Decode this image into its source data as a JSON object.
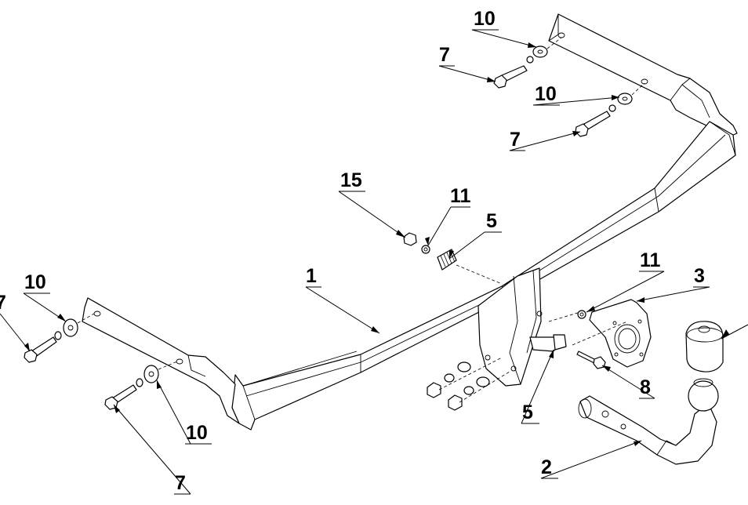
{
  "callouts": {
    "top_washer_10": "10",
    "top_bolt_7": "7",
    "mid_washer_10": "10",
    "mid_bolt_7": "7",
    "nut_15": "15",
    "washer_11_top": "11",
    "spring_washer_5_top": "5",
    "main_beam_1": "1",
    "washer_11_right": "11",
    "socket_plate_3": "3",
    "left_washer_10": "10",
    "left_bolt_7": "7",
    "bracket_bolt_5": "5",
    "screw_8": "8",
    "low_washer_10": "10",
    "low_bolt_7": "7",
    "tow_ball_2": "2",
    "ball_cover_4": ""
  }
}
